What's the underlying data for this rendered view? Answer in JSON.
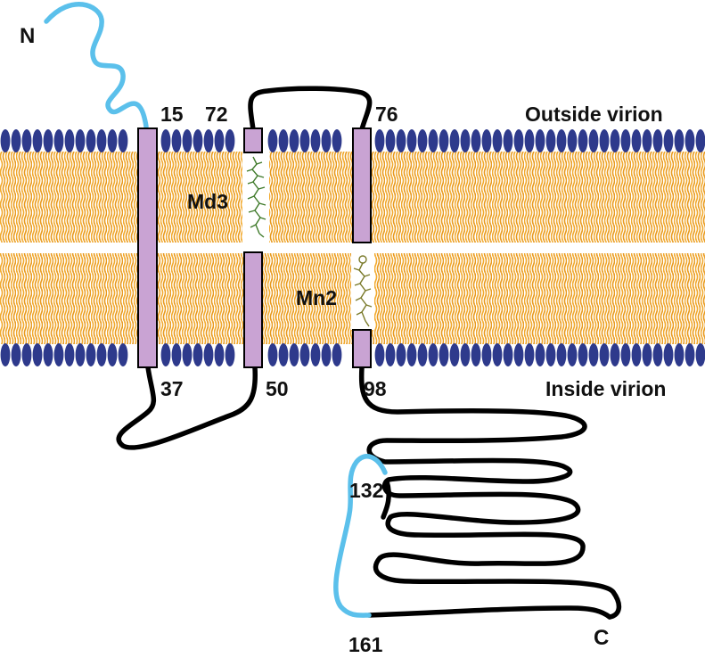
{
  "labels": {
    "n_terminus": "N",
    "c_terminus": "C",
    "outside": "Outside virion",
    "inside": "Inside virion",
    "res_15": "15",
    "res_72": "72",
    "res_76": "76",
    "res_37": "37",
    "res_50": "50",
    "res_98": "98",
    "res_132": "132",
    "res_161": "161",
    "ligand_1": "Md3",
    "ligand_2": "Mn2"
  },
  "colors": {
    "head_group": "#2e3a8c",
    "tail": "#f2a92c",
    "helix": "#c9a3d3",
    "backbone": "#000000",
    "highlight_segment": "#5bc0eb",
    "ligand": "#3f7a2a",
    "ligand_2": "#7a7a2a"
  }
}
